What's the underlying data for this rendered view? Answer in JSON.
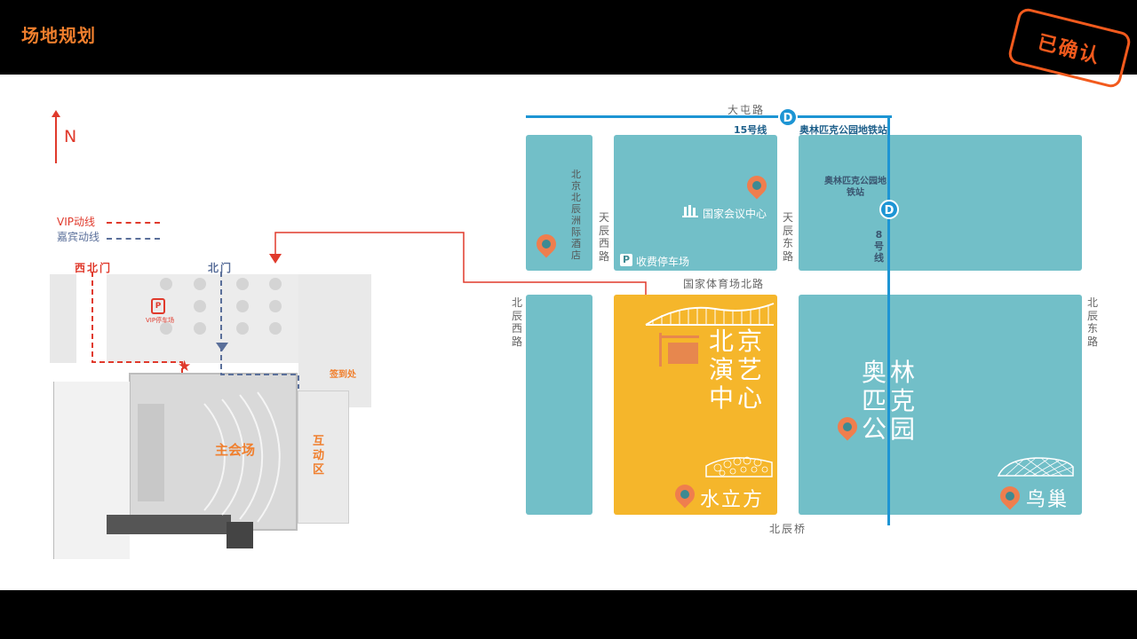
{
  "header": {
    "title": "场地规划",
    "stamp": "已确认"
  },
  "colors": {
    "accent": "#f07f2d",
    "red": "#e03a2c",
    "blue_route": "#5a6f9a",
    "block": "#72bfc8",
    "gold": "#f5b62b",
    "metro": "#1d95d4"
  },
  "floorplan": {
    "compass": "N",
    "legend": {
      "vip": "VIP动线",
      "guest": "嘉宾动线"
    },
    "gates": {
      "northwest": "西北门",
      "north": "北门"
    },
    "parking_label": "VIP停车场",
    "signin": "签到处",
    "main_hall": "主会场",
    "interactive": "互动区"
  },
  "map": {
    "roads": {
      "datun": "大屯路",
      "line15": "15号线",
      "metro_station_top": "奥林匹克公园地铁站",
      "tianchen_west": "天辰西路",
      "tianchen_east": "天辰东路",
      "stadium_north": "国家体育场北路",
      "beichen_west": "北辰西路",
      "beichen_east": "北辰东路",
      "line8": "8号线",
      "beichen_bridge": "北辰桥"
    },
    "places": {
      "hotel": "北京北辰洲际酒店",
      "conference": "国家会议中心",
      "parking": "收费停车场",
      "metro_station": "奥林匹克公园地铁站",
      "arts_center": "北京演艺中心",
      "water_cube": "水立方",
      "olympic_park": "奥林匹克公园",
      "birds_nest": "鸟巢"
    },
    "metro_badge": "D",
    "parking_icon": "P"
  }
}
